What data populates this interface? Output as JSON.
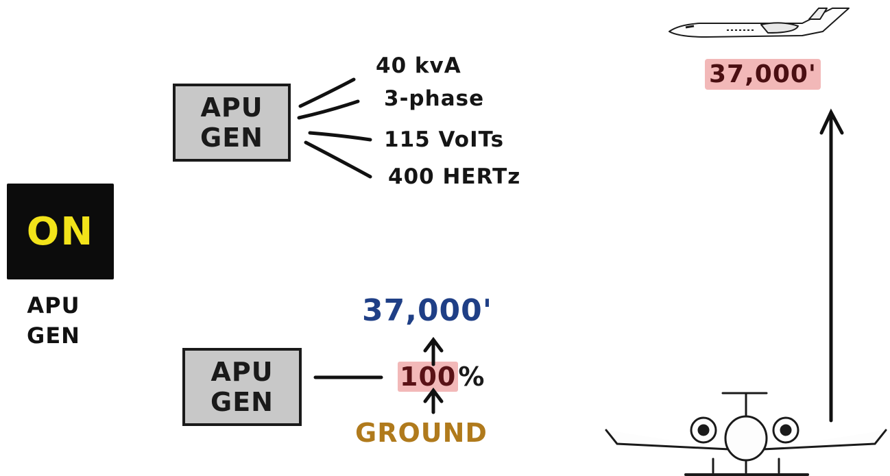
{
  "panel": {
    "status_text": "ON",
    "label_line1": "APU",
    "label_line2": "GEN"
  },
  "top_box": {
    "line1": "APU",
    "line2": "GEN"
  },
  "specs": [
    "40 kvA",
    "3-phase",
    "115 VoITs",
    "400 HERTz"
  ],
  "bottom_box": {
    "line1": "APU",
    "line2": "GEN"
  },
  "altitude_small": "37,000'",
  "percent": {
    "value": "100",
    "suffix": "%"
  },
  "ground_label": "GROUND",
  "altitude_large": "37,000'",
  "colors": {
    "panel_bg": "#0c0c0c",
    "on_text": "#f2e31a",
    "box_fill": "#c8c8c8",
    "altitude_blue": "#1f3f86",
    "highlight_red": "#f2b8b8",
    "ground_brown": "#b07a1c"
  }
}
